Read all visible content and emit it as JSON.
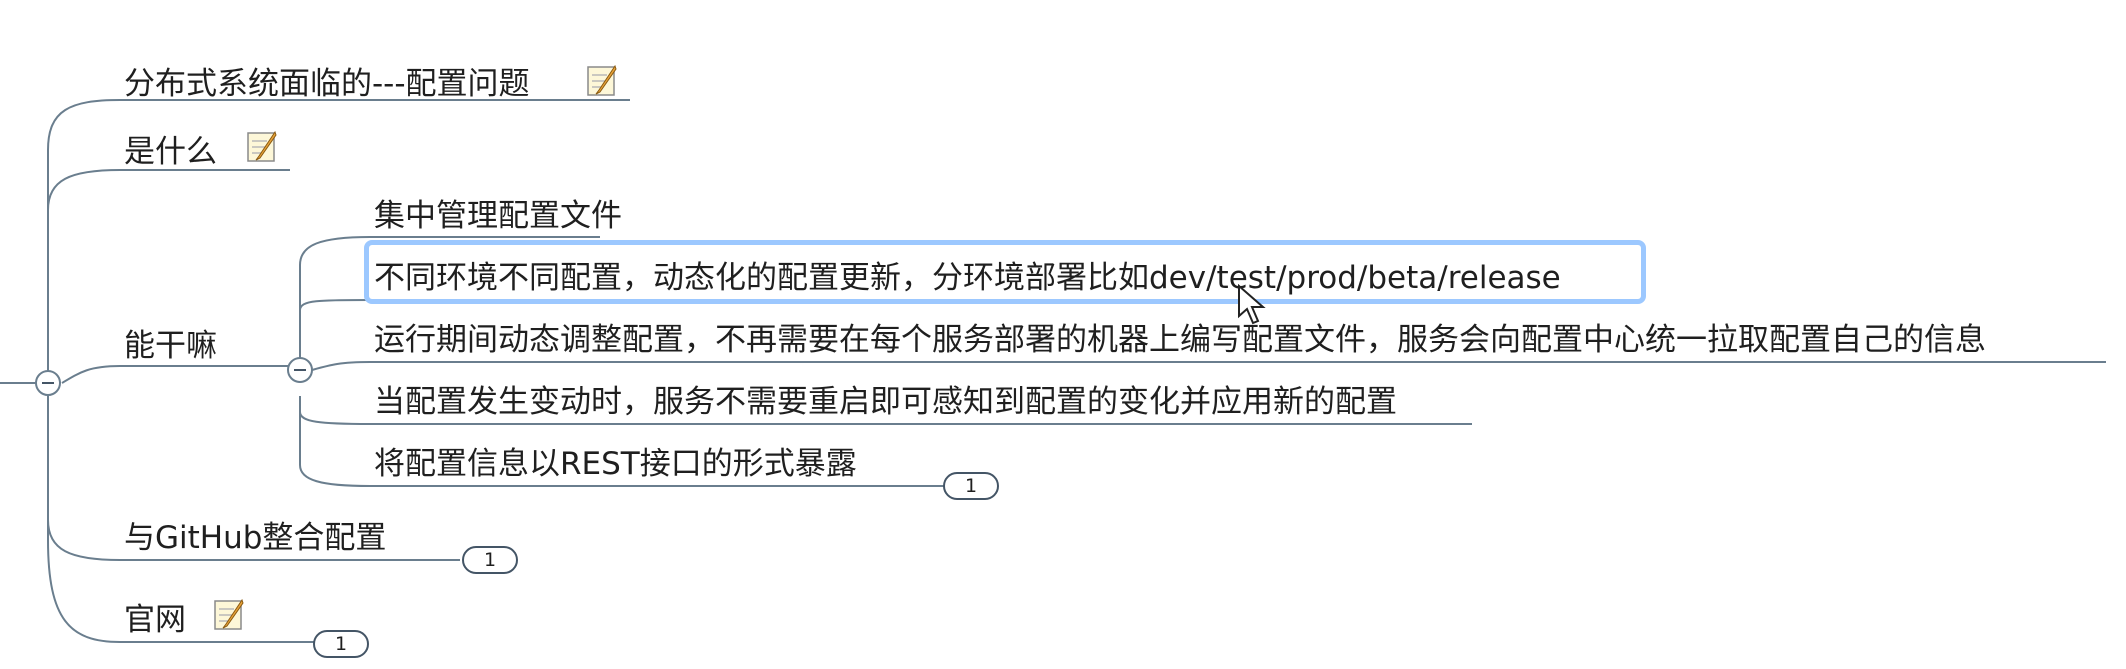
{
  "mindmap": {
    "branches": [
      {
        "label": "分布式系统面临的---配置问题",
        "has_note": true
      },
      {
        "label": "是什么",
        "has_note": true
      },
      {
        "label": "能干嘛",
        "children": [
          {
            "label": "集中管理配置文件"
          },
          {
            "label": "不同环境不同配置，动态化的配置更新，分环境部署比如dev/test/prod/beta/release",
            "selected": true
          },
          {
            "label": "运行期间动态调整配置，不再需要在每个服务部署的机器上编写配置文件，服务会向配置中心统一拉取配置自己的信息"
          },
          {
            "label": "当配置发生变动时，服务不需要重启即可感知到配置的变化并应用新的配置"
          },
          {
            "label": "将配置信息以REST接口的形式暴露",
            "collapsed_count": "1"
          }
        ]
      },
      {
        "label": "与GitHub整合配置",
        "collapsed_count": "1"
      },
      {
        "label": "官网",
        "has_note": true,
        "collapsed_count": "1"
      }
    ]
  },
  "icons": {
    "note": "note-pencil-icon",
    "collapse": "collapse-minus-icon",
    "cursor": "mouse-pointer-icon"
  },
  "colors": {
    "line": "#6a7e8e",
    "selection": "#9cc8ff",
    "note_paper": "#fdf7d8",
    "pencil": "#e8a33a"
  }
}
